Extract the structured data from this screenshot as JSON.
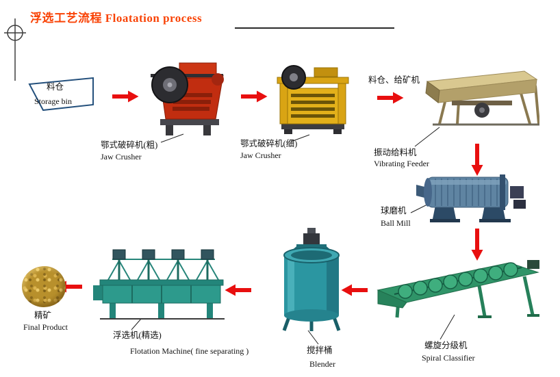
{
  "title": "浮选工艺流程 Floatation process",
  "labels": {
    "storage_bin_zh": "料仓",
    "storage_bin_en": "Storage bin",
    "jaw_crusher_coarse_zh": "鄂式破碎机(粗)",
    "jaw_crusher_coarse_en": "Jaw Crusher",
    "jaw_crusher_fine_zh": "鄂式破碎机(细)",
    "jaw_crusher_fine_en": "Jaw Crusher",
    "bin_feeder_note": "料仓、给矿机",
    "vibrating_feeder_zh": "振动给料机",
    "vibrating_feeder_en": "Vibrating Feeder",
    "ball_mill_zh": "球磨机",
    "ball_mill_en": "Ball Mill",
    "spiral_classifier_zh": "螺旋分级机",
    "spiral_classifier_en": "Spiral Classifier",
    "blender_zh": "搅拌桶",
    "blender_en": "Blender",
    "flotation_machine_zh": "浮选机(精选)",
    "flotation_machine_en": "Flotation Machine( fine separating )",
    "final_product_zh": "精矿",
    "final_product_en": "Final Product"
  },
  "flow_arrows": [
    {
      "from": "storage_bin",
      "to": "jaw_crusher_coarse",
      "direction": "right"
    },
    {
      "from": "jaw_crusher_coarse",
      "to": "jaw_crusher_fine",
      "direction": "right"
    },
    {
      "from": "jaw_crusher_fine",
      "to": "vibrating_feeder",
      "direction": "right"
    },
    {
      "from": "vibrating_feeder",
      "to": "ball_mill",
      "direction": "down"
    },
    {
      "from": "ball_mill",
      "to": "spiral_classifier",
      "direction": "down"
    },
    {
      "from": "spiral_classifier",
      "to": "blender",
      "direction": "left"
    },
    {
      "from": "blender",
      "to": "flotation_machine",
      "direction": "left"
    },
    {
      "from": "flotation_machine",
      "to": "final_product",
      "direction": "left"
    }
  ],
  "colors": {
    "title_text": "#f94306",
    "arrow_red": "#e80f0f",
    "label_text": "#111111",
    "storage_bin_outline": "#24507c",
    "jaw_crusher_coarse_body": "#c12d10",
    "jaw_crusher_fine_body": "#e3b01a",
    "vibrating_feeder_body": "#d9c890",
    "ball_mill_body": "#5f84a2",
    "spiral_classifier_body": "#2f9468",
    "blender_body": "#2b96a1",
    "flotation_machine_body": "#2d9a8c",
    "final_product_gold": "#c99b33"
  },
  "icons": {
    "storage_bin": "storage-bin-outline",
    "jaw_crusher_coarse": "jaw-crusher-photo",
    "jaw_crusher_fine": "jaw-crusher-photo",
    "vibrating_feeder": "vibrating-feeder-photo",
    "ball_mill": "ball-mill-photo",
    "spiral_classifier": "spiral-classifier-photo",
    "blender": "blender-tank-photo",
    "flotation_machine": "flotation-machine-photo",
    "final_product": "gold-ore-pile-photo"
  }
}
